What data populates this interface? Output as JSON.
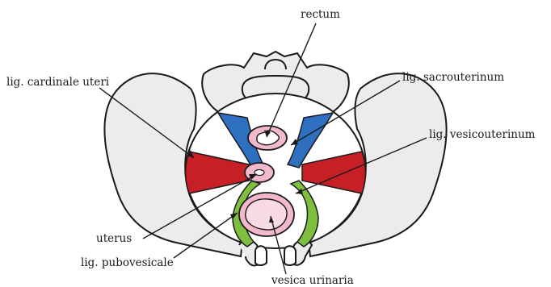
{
  "labels": {
    "rectum": "rectum",
    "lig_cardinale_uteri": "lig. cardinale uteri",
    "lig_sacrouterinum": "lig. sacrouterinum",
    "lig_vesicouterinum": "lig. vesicouterinum",
    "uterus": "uterus",
    "lig_pubovesicale": "lig. pubovesicale",
    "vesica_urinaria": "vesica urinaria"
  },
  "colors": {
    "bone": "#ececec",
    "outline": "#1a1a1a",
    "cardinal_ligament": "#c62026",
    "sacrouterine_ligament": "#2f6fc0",
    "pubovesical_ligament": "#7fbf3f",
    "organ_pink": "#f2b9cc",
    "organ_inner": "#f8d9e6"
  }
}
